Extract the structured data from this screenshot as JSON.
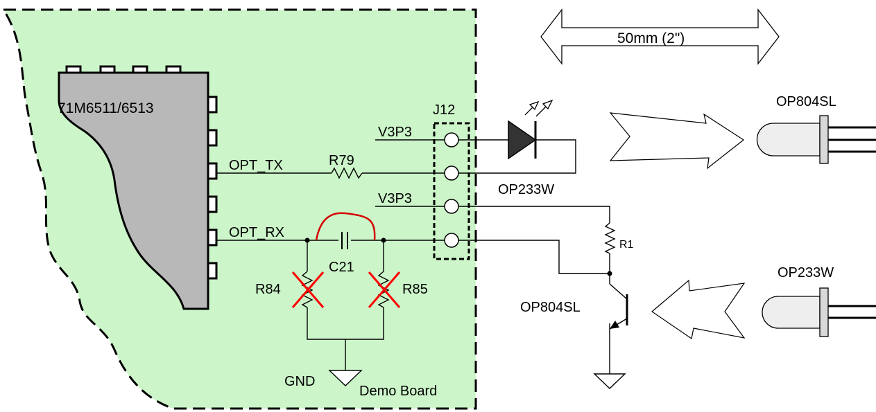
{
  "labels": {
    "chip": "71M6511/6513",
    "connector": "J12",
    "v3p3_top": "V3P3",
    "v3p3_mid": "V3P3",
    "opt_tx": "OPT_TX",
    "opt_rx": "OPT_RX",
    "r79": "R79",
    "c21": "C21",
    "r84": "R84",
    "r85": "R85",
    "gnd": "GND",
    "board": "Demo Board",
    "dimension": "50mm (2\")",
    "op804sl_top": "OP804SL",
    "op233w_led": "OP233W",
    "r1": "R1",
    "op233w_right": "OP233W",
    "op804sl_transistor": "OP804SL"
  },
  "colors": {
    "board_fill": "#ccf5c9",
    "chip_fill": "#b8b8b8",
    "cut_marks": "#ff0000",
    "jumper_wire": "#d40000",
    "led_fill": "#333333",
    "component_body": "#d9d9d9",
    "component_shell": "#eeeeee"
  }
}
